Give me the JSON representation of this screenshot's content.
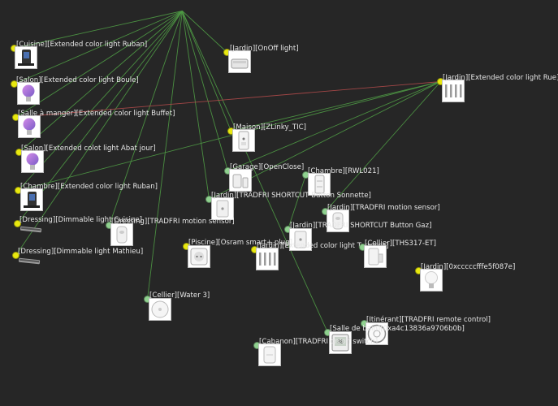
{
  "colors": {
    "background": "#262626",
    "router_dot": "#e8e80f",
    "end_device_dot": "#8fd18f",
    "link_green": "#4f9a45",
    "link_red": "#b04a4a",
    "label": "#e6e6e6"
  },
  "nodes": [
    {
      "id": "coordinator",
      "label": "",
      "dot": "none",
      "icon": ""
    },
    {
      "id": "cuisine-ruban",
      "label": "[Cuisine][Extended color light Ruban]",
      "dot": "router",
      "icon": "led-strip-controller-icon"
    },
    {
      "id": "jardin-onoff",
      "label": "[Jardin][OnOff light]",
      "dot": "router",
      "icon": "plug-module-icon"
    },
    {
      "id": "salon-boule",
      "label": "[Salon][Extended color light Boule]",
      "dot": "router",
      "icon": "color-bulb-icon"
    },
    {
      "id": "jardin-rue",
      "label": "[Jardin][Extended color light Rue]",
      "dot": "router",
      "icon": "outdoor-light-bars-icon"
    },
    {
      "id": "salle-buffet",
      "label": "[Salle à manger][Extended color light Buffet]",
      "dot": "router",
      "icon": "color-bulb-icon"
    },
    {
      "id": "maison-zlinky",
      "label": "[Maison][ZLinky_TIC]",
      "dot": "router",
      "icon": "zlinky-module-icon"
    },
    {
      "id": "salon-abat",
      "label": "[Salon][Extended colot light Abat jour]",
      "dot": "router",
      "icon": "color-bulb-icon"
    },
    {
      "id": "garage-openclose",
      "label": "[Garage][OpenClose]",
      "dot": "end",
      "icon": "contact-sensor-icon"
    },
    {
      "id": "chambre-rwl",
      "label": "[Chambre][RWL021]",
      "dot": "end",
      "icon": "dimmer-switch-icon"
    },
    {
      "id": "chambre-ruban",
      "label": "[Chambre][Extended color light Ruban]",
      "dot": "router",
      "icon": "led-strip-controller-icon"
    },
    {
      "id": "jardin-sonnette",
      "label": "[Jardin][TRADFRI SHORTCUT Button Sonnette]",
      "dot": "end",
      "icon": "shortcut-button-icon"
    },
    {
      "id": "jardin-motion",
      "label": "[Jardin][TRADFRI motion sensor]",
      "dot": "end",
      "icon": "motion-sensor-icon"
    },
    {
      "id": "dressing-cuisine",
      "label": "[Dressing][Dimmable light Cuisine]",
      "dot": "router",
      "icon": "led-bar-icon"
    },
    {
      "id": "dressing-motion",
      "label": "[Dressing][TRADFRI motion sensor]",
      "dot": "end",
      "icon": "motion-sensor-icon"
    },
    {
      "id": "jardin-gaz",
      "label": "[Jardin][TRADFRI SHORTCUT Button Gaz]",
      "dot": "end",
      "icon": "shortcut-button-icon"
    },
    {
      "id": "dressing-mathieu",
      "label": "[Dressing][Dimmable light Mathieu]",
      "dot": "router",
      "icon": "led-bar-icon"
    },
    {
      "id": "piscine-plug",
      "label": "[Piscine][Osram smart+ plug]",
      "dot": "router",
      "icon": "smart-plug-icon"
    },
    {
      "id": "terrasse-light",
      "label": "[Jardin][Extended color light Terrasse]",
      "dot": "router",
      "icon": "outdoor-light-bars-icon"
    },
    {
      "id": "cellier-ths",
      "label": "[Cellier][THS317-ET]",
      "dot": "end",
      "icon": "temperature-sensor-icon"
    },
    {
      "id": "jardin-bulb",
      "label": "[Jardin][0xcccccfffe5f087e]",
      "dot": "router",
      "icon": "white-bulb-icon"
    },
    {
      "id": "cellier-water",
      "label": "[Cellier][Water 3]",
      "dot": "end",
      "icon": "water-sensor-icon"
    },
    {
      "id": "itinerant-remote",
      "label": "[Itinérant][TRADFRI remote control]",
      "dot": "end",
      "icon": "round-remote-icon"
    },
    {
      "id": "sdb-sensor",
      "label": "[Salle de bain][0xa4c13836a9706b0b]",
      "dot": "end",
      "icon": "hygrometer-display-icon"
    },
    {
      "id": "cabanon-onoff",
      "label": "[Cabanon][TRADFRI on/off switch]",
      "dot": "end",
      "icon": "onoff-switch-icon"
    }
  ],
  "links": [
    {
      "from": "coordinator",
      "to": "cuisine-ruban",
      "color": "green"
    },
    {
      "from": "coordinator",
      "to": "salon-boule",
      "color": "green"
    },
    {
      "from": "coordinator",
      "to": "salle-buffet",
      "color": "green"
    },
    {
      "from": "coordinator",
      "to": "salon-abat",
      "color": "green"
    },
    {
      "from": "coordinator",
      "to": "chambre-ruban",
      "color": "green"
    },
    {
      "from": "coordinator",
      "to": "dressing-cuisine",
      "color": "green"
    },
    {
      "from": "coordinator",
      "to": "dressing-mathieu",
      "color": "green"
    },
    {
      "from": "coordinator",
      "to": "jardin-onoff",
      "color": "green"
    },
    {
      "from": "coordinator",
      "to": "maison-zlinky",
      "color": "green"
    },
    {
      "from": "coordinator",
      "to": "garage-openclose",
      "color": "green"
    },
    {
      "from": "coordinator",
      "to": "jardin-sonnette",
      "color": "green"
    },
    {
      "from": "coordinator",
      "to": "cellier-water",
      "color": "green"
    },
    {
      "from": "coordinator",
      "to": "dressing-motion",
      "color": "green"
    },
    {
      "from": "coordinator",
      "to": "sdb-sensor",
      "color": "green"
    },
    {
      "from": "jardin-rue",
      "to": "salle-buffet",
      "color": "red"
    },
    {
      "from": "jardin-rue",
      "to": "maison-zlinky",
      "color": "green"
    },
    {
      "from": "jardin-rue",
      "to": "garage-openclose",
      "color": "green"
    },
    {
      "from": "jardin-rue",
      "to": "jardin-motion",
      "color": "green"
    },
    {
      "from": "jardin-rue",
      "to": "chambre-ruban",
      "color": "green"
    },
    {
      "from": "jardin-rue",
      "to": "jardin-sonnette",
      "color": "green"
    },
    {
      "from": "chambre-rwl",
      "to": "jardin-gaz",
      "color": "green"
    }
  ]
}
